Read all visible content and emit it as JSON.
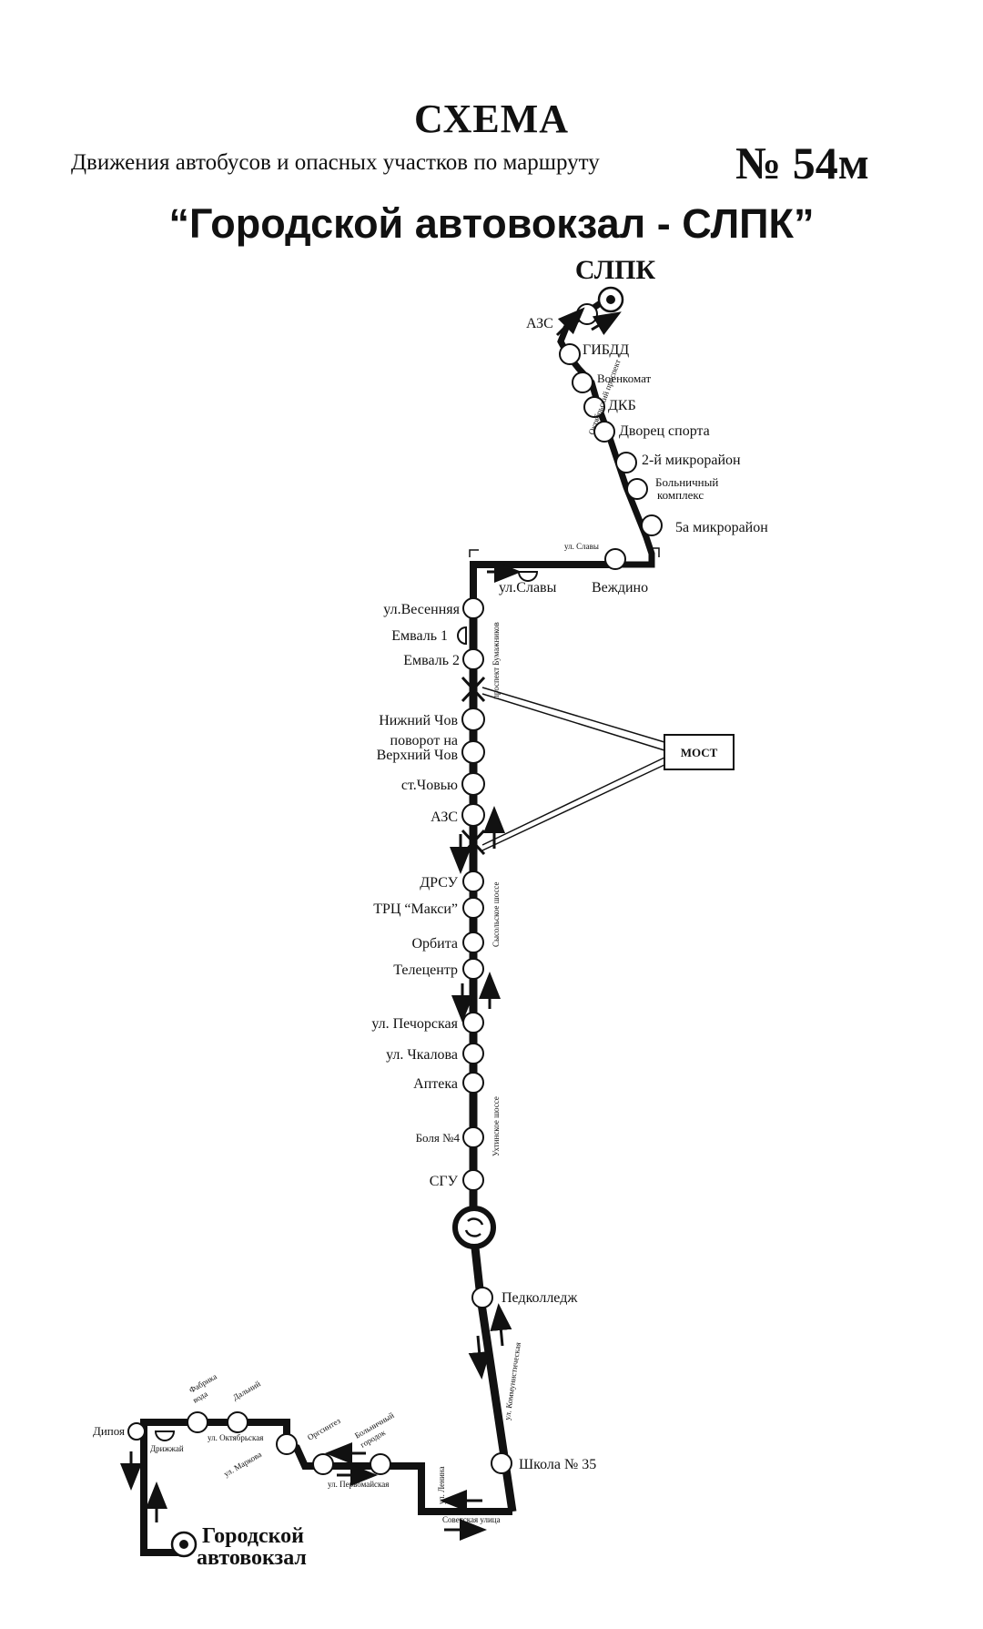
{
  "header": {
    "title": "СХЕМА",
    "subtitle": "Движения автобусов и опасных участков по маршруту",
    "route_number": "№ 54м",
    "route_name": "“Городской автовокзал - СЛПК”"
  },
  "terminals": {
    "north": "СЛПК",
    "south_line1": "Городской",
    "south_line2": "автовокзал"
  },
  "bridge_label": "МОСТ",
  "stops_north": {
    "azs_top": "АЗС",
    "gibdd": "ГИБДД",
    "voenkomat": "Военкомат",
    "dkb": "ДКБ",
    "dvorets_sporta": "Дворец спорта",
    "mikro2": "2-й микрорайон",
    "bolnichny1": "Больничный",
    "bolnichny2": "комплекс",
    "mikro5a": "5а микрорайон",
    "vezhdino": "Веждино",
    "ul_slavy": "ул.Славы",
    "ul_slavy_small": "ул. Славы"
  },
  "stops_main": {
    "vesennyaya": "ул.Весенняя",
    "emval1": "Емваль 1",
    "emval2": "Емваль 2",
    "nizhny_chov": "Нижний Чов",
    "povorot1": "поворот на",
    "povorot2": "Верхний Чов",
    "st_chovyu": "ст.Човью",
    "azs_mid": "АЗС",
    "drsu": "ДРСУ",
    "trc_maxi": "ТРЦ “Макси”",
    "orbita": "Орбита",
    "telecentr": "Телецентр",
    "pechorskaya": "ул. Печорская",
    "chkalova": "ул. Чкалова",
    "apteka": "Аптека",
    "boln4": "Боля №4",
    "sgu": "СГУ",
    "pedkolledzh": "Педколледж",
    "shkola35": "Школа № 35"
  },
  "stops_south": {
    "dipoya": "Дипоя",
    "drizhzhay": "Дрижжай",
    "fabrika1": "Фабрика",
    "fabrika2": "вода",
    "dalniy": "Дальний",
    "ul_oktyabrskaya": "ул. Октябрьская",
    "ul_markova": "ул. Маркова",
    "orgsintez": "Оргсинтез",
    "boln_gorodok1": "Больничный",
    "boln_gorodok2": "городок",
    "ul_pervomayskaya": "ул. Первомайская",
    "ul_sovetskaya": "Советская улица"
  },
  "road_labels": {
    "oktyabrsky": "Октябрьский проспект",
    "sysolskoe": "Сысольское шоссе",
    "prospekt_bumazhnikov": "проспект Бумажников",
    "ukhtinskoe": "Ухтинское шоссе",
    "ul_kommunisticheskaya": "ул. Коммунистическая",
    "ul_lenina": "ул. Ленина"
  }
}
